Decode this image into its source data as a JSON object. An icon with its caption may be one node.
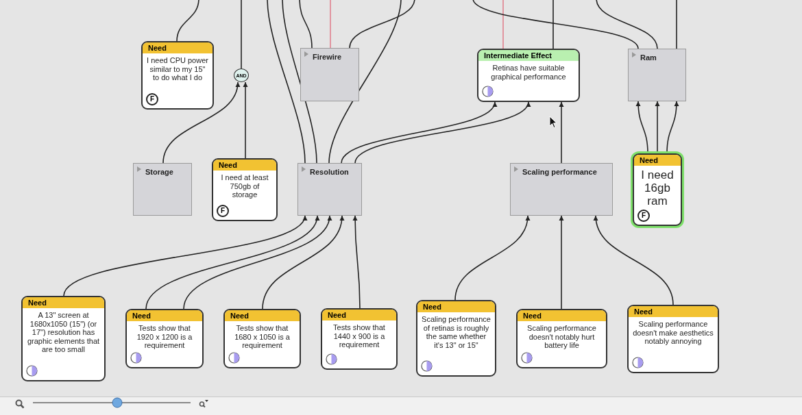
{
  "diagram": {
    "nodes": [
      {
        "text": [
          "Need",
          "I need CPU power similar to my 15\" to do what I do",
          "F"
        ]
      },
      {
        "text": [
          "AND"
        ]
      },
      {
        "text": [
          "Firewire"
        ]
      },
      {
        "text": [
          "Intermediate Effect",
          "Retinas have suitable graphical performance"
        ]
      },
      {
        "text": [
          "Ram"
        ]
      },
      {
        "text": [
          "Storage"
        ]
      },
      {
        "text": [
          "Need",
          "I need at least 750gb of storage",
          "F"
        ]
      },
      {
        "text": [
          "Resolution"
        ]
      },
      {
        "text": [
          "Scaling performance"
        ]
      },
      {
        "text": [
          "Need",
          "I need 16gb ram",
          "F"
        ]
      },
      {
        "text": [
          "Need",
          "A 13\" screen at 1680x1050 (15\") (or 17\") resolution has graphic elements that are too small"
        ]
      },
      {
        "text": [
          "Need",
          "Tests show that 1920 x 1200 is a requirement"
        ]
      },
      {
        "text": [
          "Need",
          "Tests show that 1680 x 1050 is a requirement"
        ]
      },
      {
        "text": [
          "Need",
          "Tests show that 1440 x 900 is a requirement"
        ]
      },
      {
        "text": [
          "Need",
          "Scaling performance of retinas is roughly the same whether it's 13\" or 15\""
        ]
      },
      {
        "text": [
          "Need",
          "Scaling performance doesn't notably hurt battery life"
        ]
      },
      {
        "text": [
          "Need",
          "Scaling performance doesn't make aesthetics notably annoying"
        ]
      }
    ],
    "edges": [
      {
        "from": 0,
        "to": null,
        "arrow": "none"
      },
      {
        "from": 1,
        "to": null,
        "arrow": "none"
      },
      {
        "from": 5,
        "to": 1,
        "arrow": "to"
      },
      {
        "from": 6,
        "to": 1,
        "arrow": "to"
      },
      {
        "from": 7,
        "to": null,
        "arrow": "none"
      },
      {
        "from": 7,
        "to": null,
        "arrow": "none"
      },
      {
        "from": 7,
        "to": null,
        "arrow": "none"
      },
      {
        "from": 2,
        "to": null,
        "arrow": "none"
      },
      {
        "from": 2,
        "to": null,
        "arrow": "none",
        "color": "#e0808f"
      },
      {
        "from": 2,
        "to": null,
        "arrow": "none"
      },
      {
        "from": 7,
        "to": 3,
        "arrow": "to"
      },
      {
        "from": 7,
        "to": 3,
        "arrow": "to"
      },
      {
        "from": 8,
        "to": 3,
        "arrow": "to"
      },
      {
        "from": 3,
        "to": null,
        "arrow": "none",
        "color": "#e0808f"
      },
      {
        "from": 3,
        "to": null,
        "arrow": "none"
      },
      {
        "from": 4,
        "to": null,
        "arrow": "none"
      },
      {
        "from": 4,
        "to": null,
        "arrow": "none"
      },
      {
        "from": 4,
        "to": null,
        "arrow": "none"
      },
      {
        "from": 9,
        "to": 4,
        "arrow": "to"
      },
      {
        "from": 9,
        "to": 4,
        "arrow": "to"
      },
      {
        "from": 9,
        "to": 4,
        "arrow": "to"
      },
      {
        "from": 10,
        "to": 7,
        "arrow": "to"
      },
      {
        "from": 11,
        "to": 7,
        "arrow": "to"
      },
      {
        "from": 11,
        "to": 7,
        "arrow": "to"
      },
      {
        "from": 12,
        "to": 7,
        "arrow": "to"
      },
      {
        "from": 13,
        "to": 7,
        "arrow": "to"
      },
      {
        "from": 14,
        "to": 8,
        "arrow": "to"
      },
      {
        "from": 15,
        "to": 8,
        "arrow": "to"
      },
      {
        "from": 16,
        "to": 8,
        "arrow": "to"
      }
    ]
  }
}
